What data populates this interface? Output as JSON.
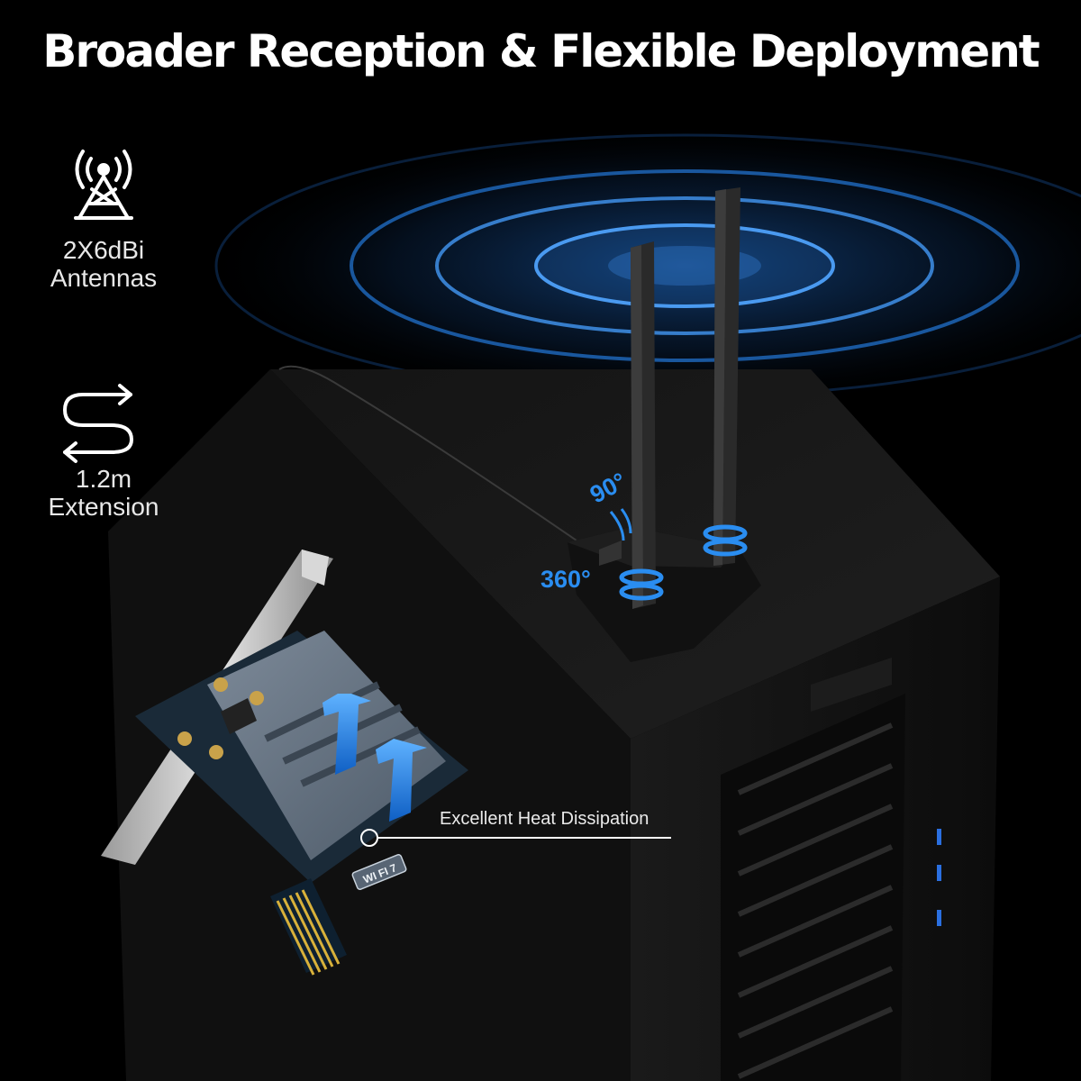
{
  "headline": "Broader Reception & Flexible Deployment",
  "features": [
    {
      "icon": "antenna-tower-icon",
      "line1": "2X6dBi",
      "line2": "Antennas"
    },
    {
      "icon": "cable-extension-icon",
      "line1": "1.2m",
      "line2": "Extension"
    }
  ],
  "antenna_base": {
    "rotate_label": "360°",
    "tilt_label": "90°"
  },
  "card": {
    "badge": "WI FI 7",
    "callout": "Excellent Heat Dissipation"
  },
  "colors": {
    "accent": "#2a8df0",
    "signal_glow": "#1d63c2",
    "heatsink": "#6e7c8c",
    "background": "#000000"
  }
}
